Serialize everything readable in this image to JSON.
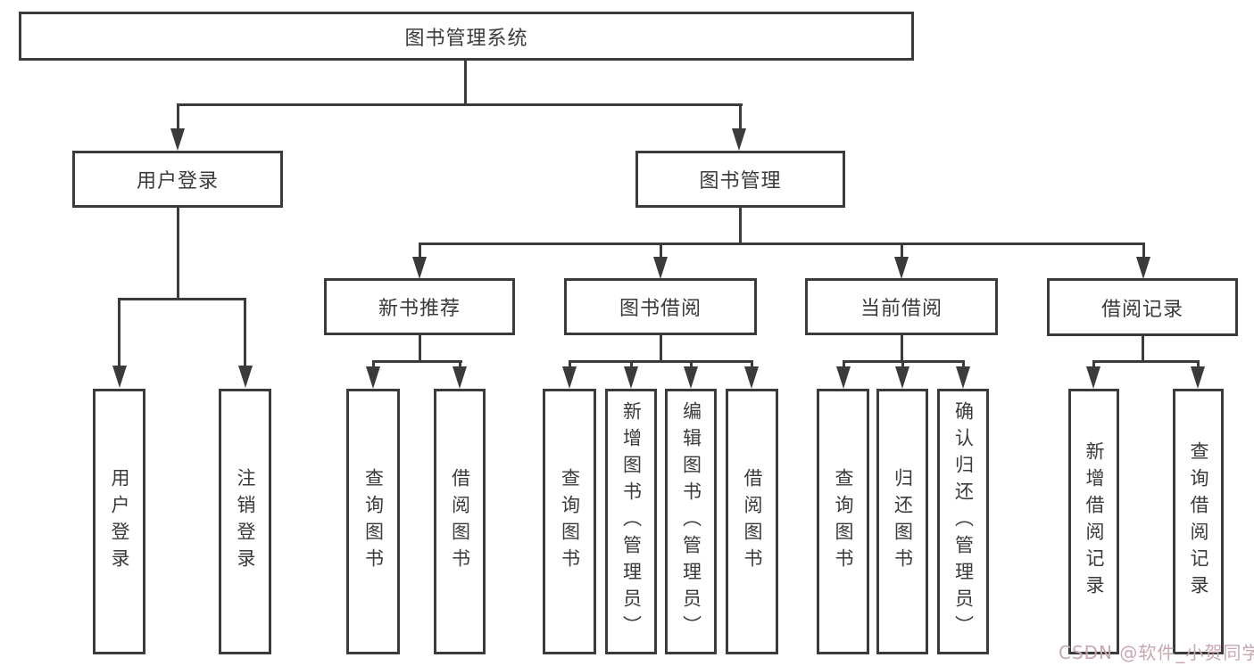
{
  "diagram": {
    "root": {
      "label": "图书管理系统"
    },
    "level2": [
      {
        "label": "用户登录"
      },
      {
        "label": "图书管理"
      }
    ],
    "level3": [
      {
        "label": "新书推荐"
      },
      {
        "label": "图书借阅"
      },
      {
        "label": "当前借阅"
      },
      {
        "label": "借阅记录"
      }
    ],
    "leaves": {
      "login": [
        "用户登录",
        "注销登录"
      ],
      "newbook": [
        "查询图书",
        "借阅图书"
      ],
      "borrow": [
        "查询图书",
        "新增图书（管理员）",
        "编辑图书（管理员）",
        "借阅图书"
      ],
      "current": [
        "查询图书",
        "归还图书",
        "确认归还（管理员）"
      ],
      "records": [
        "新增借阅记录",
        "查询借阅记录"
      ]
    }
  },
  "watermark": {
    "text": "CSDN @软件_小贺同学"
  },
  "colors": {
    "line": "#3b3b3b",
    "text": "#3a3a3a",
    "watermark": "#c9a7ad",
    "background": "#ffffff"
  }
}
